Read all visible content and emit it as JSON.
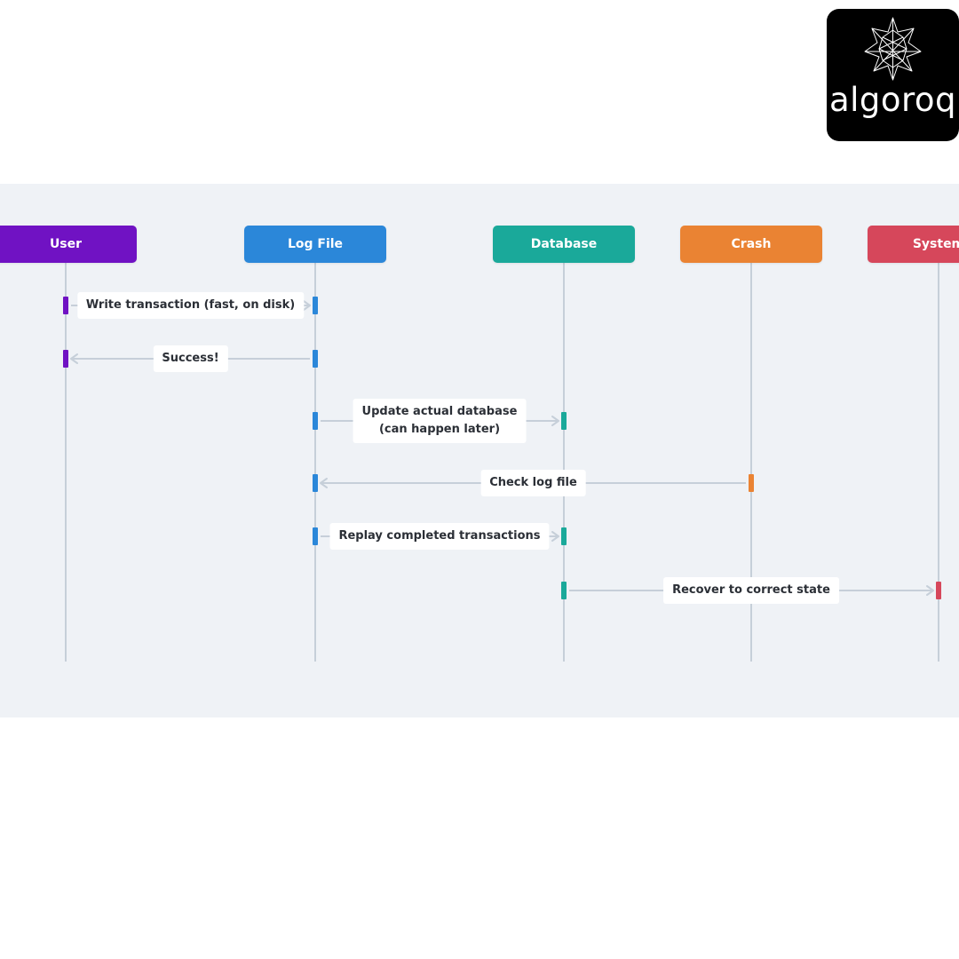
{
  "logo": {
    "text": "algoroq"
  },
  "colors": {
    "panel_bg": "#eff2f6",
    "lifeline": "#c6cfd9",
    "arrow": "#c6cfd9",
    "label_bg": "#ffffff"
  },
  "actors": [
    {
      "id": "user",
      "label": "User",
      "color": "#7012c3"
    },
    {
      "id": "log",
      "label": "Log File",
      "color": "#2b87d9"
    },
    {
      "id": "db",
      "label": "Database",
      "color": "#1aa99a"
    },
    {
      "id": "crash",
      "label": "Crash",
      "color": "#ea8333"
    },
    {
      "id": "system",
      "label": "System",
      "color": "#d6475b"
    }
  ],
  "messages": [
    {
      "from": "user",
      "to": "log",
      "label": "Write transaction (fast, on disk)"
    },
    {
      "from": "log",
      "to": "user",
      "label": "Success!"
    },
    {
      "from": "log",
      "to": "db",
      "label": "Update actual database\n(can happen later)"
    },
    {
      "from": "crash",
      "to": "log",
      "label": "Check log file"
    },
    {
      "from": "log",
      "to": "db",
      "label": "Replay completed transactions"
    },
    {
      "from": "db",
      "to": "system",
      "label": "Recover to correct state"
    }
  ]
}
